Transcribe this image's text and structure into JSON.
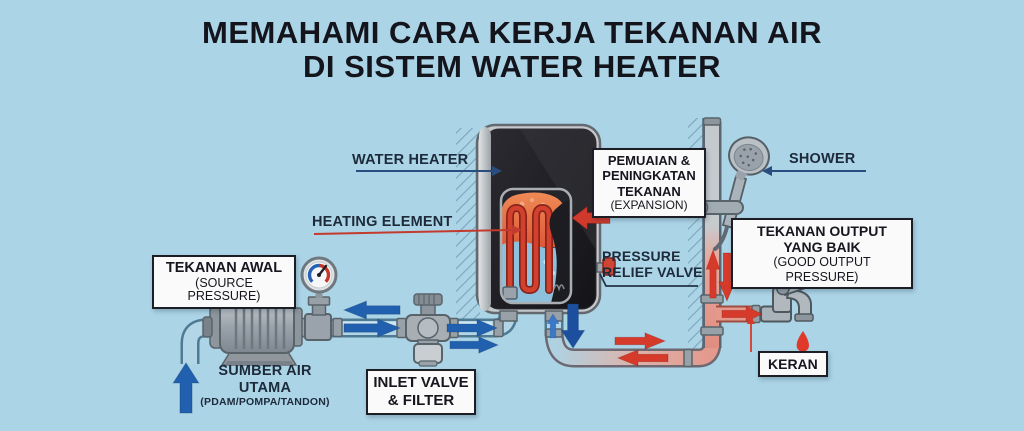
{
  "title": {
    "line1": "MEMAHAMI CARA KERJA TEKANAN AIR",
    "line2": "DI SISTEM WATER HEATER"
  },
  "labels": {
    "water_heater": "WATER HEATER",
    "heating_element": "HEATING ELEMENT",
    "shower": "SHOWER",
    "pressure_relief_valve": {
      "line1": "PRESSURE",
      "line2": "RELIEF VALVE"
    }
  },
  "callouts": {
    "source_pressure": {
      "line1": "TEKANAN AWAL",
      "line2": "(SOURCE PRESSURE)"
    },
    "expansion": {
      "line1": "PEMUAIAN &",
      "line2": "PENINGKATAN",
      "line3": "TEKANAN",
      "line4": "(EXPANSION)"
    },
    "good_output_pressure": {
      "line1": "TEKANAN OUTPUT",
      "line2": "YANG BAIK",
      "line3": "(GOOD OUTPUT PRESSURE)"
    },
    "inlet_valve_filter": {
      "line1": "INLET VALVE",
      "line2": "& FILTER"
    },
    "faucet": {
      "label": "KERAN"
    },
    "water_source": {
      "line1": "SUMBER AIR",
      "line2": "UTAMA",
      "line3": "(PDAM/POMPA/TANDON)"
    }
  },
  "icons": {
    "pump": "water-pump-icon",
    "pressure_gauge": "pressure-gauge-icon",
    "inlet_valve": "inlet-valve-filter-icon",
    "water_heater": "water-heater-icon",
    "heating_coil": "heating-coil-icon",
    "relief_valve": "pressure-relief-valve-icon",
    "shower_head": "shower-head-icon",
    "faucet": "faucet-icon",
    "water_drop": "hot-water-drop-icon",
    "flow_arrow_cold": "cold-flow-arrow-icon",
    "flow_arrow_hot": "hot-flow-arrow-icon"
  },
  "colors": {
    "background": "#abd4e6",
    "cold_flow": "#2160ae",
    "cold_flow_dark": "#1c4f9e",
    "hot_flow": "#d63a2a",
    "cold_pipe": "#b3d6e6",
    "hot_pipe": "#e5988c",
    "heater_body": "#222228",
    "callout_background": "#fafafa",
    "callout_border": "#1d1d26",
    "text": "#1d2433"
  }
}
